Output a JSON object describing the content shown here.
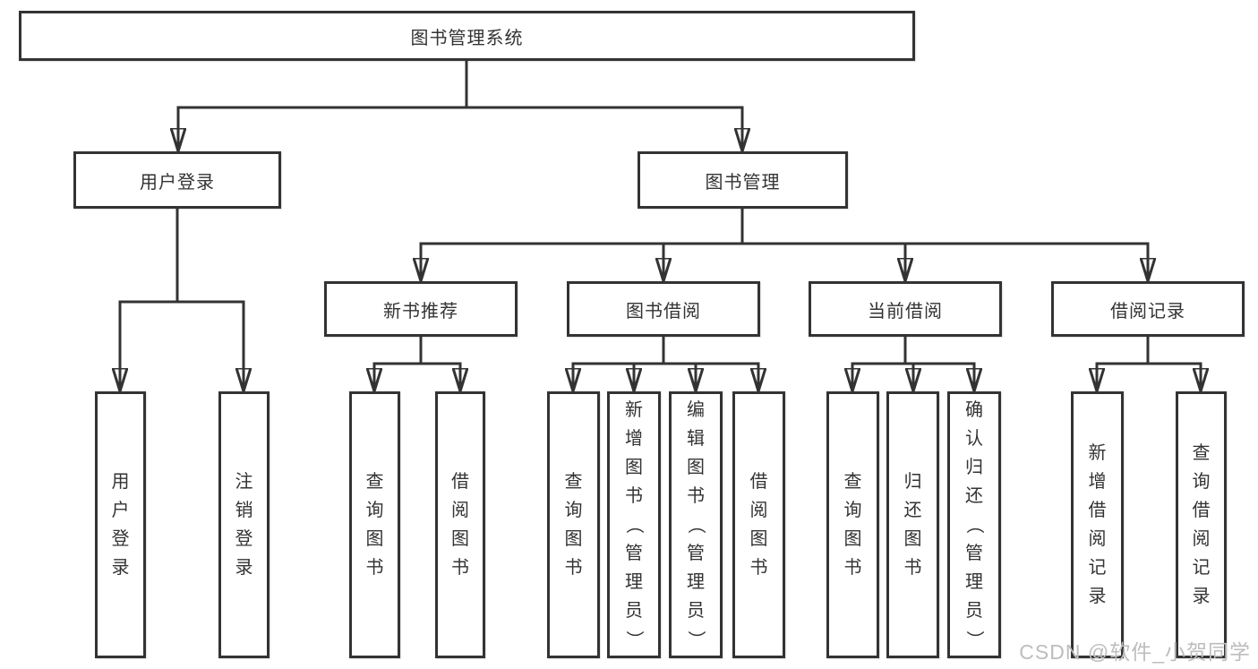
{
  "diagram": {
    "title": "图书管理系统",
    "colors": {
      "line": "#333333",
      "text": "#333333",
      "background": "#ffffff",
      "watermark": "#bdbdbd"
    },
    "watermark": "CSDN @软件_小贺同学",
    "nodes": {
      "root": {
        "label": "图书管理系统"
      },
      "login_group": {
        "label": "用户登录"
      },
      "book_mgmt": {
        "label": "图书管理"
      },
      "user_login": {
        "label": "用户登录"
      },
      "logout": {
        "label": "注销登录"
      },
      "new_book_rec": {
        "label": "新书推荐"
      },
      "book_borrow": {
        "label": "图书借阅"
      },
      "current_borrow": {
        "label": "当前借阅"
      },
      "borrow_records": {
        "label": "借阅记录"
      },
      "nb_query_book": {
        "label": "查询图书"
      },
      "nb_borrow_book": {
        "label": "借阅图书"
      },
      "bb_query_book": {
        "label": "查询图书"
      },
      "bb_add_book": {
        "label": "新增图书（管理员）"
      },
      "bb_edit_book": {
        "label": "编辑图书（管理员）"
      },
      "bb_borrow_book": {
        "label": "借阅图书"
      },
      "cb_query_book": {
        "label": "查询图书"
      },
      "cb_return_book": {
        "label": "归还图书"
      },
      "cb_confirm_return": {
        "label": "确认归还（管理员）"
      },
      "br_add_record": {
        "label": "新增借阅记录"
      },
      "br_query_record": {
        "label": "查询借阅记录"
      }
    }
  }
}
